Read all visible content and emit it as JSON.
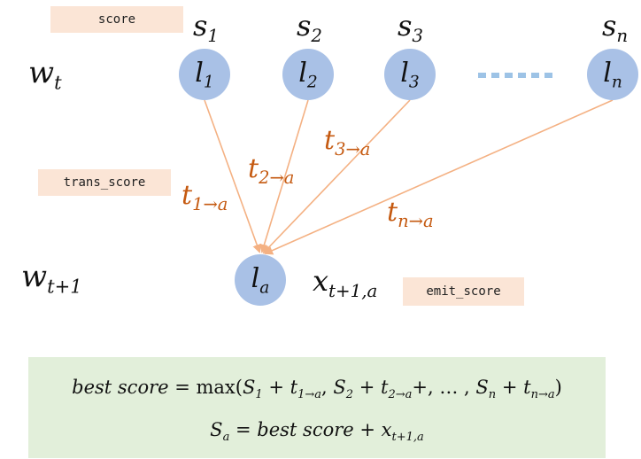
{
  "tags": {
    "score": "score",
    "trans_score": "trans_score",
    "emit_score": "emit_score"
  },
  "rows": {
    "wt": {
      "base": "w",
      "sub": "t"
    },
    "wt1": {
      "base": "w",
      "sub": "t+1"
    }
  },
  "states": [
    {
      "s_base": "s",
      "s_sub": "1",
      "l_base": "l",
      "l_sub": "1"
    },
    {
      "s_base": "s",
      "s_sub": "2",
      "l_base": "l",
      "l_sub": "2"
    },
    {
      "s_base": "s",
      "s_sub": "3",
      "l_base": "l",
      "l_sub": "3"
    },
    {
      "s_base": "s",
      "s_sub": "n",
      "l_base": "l",
      "l_sub": "n"
    }
  ],
  "target": {
    "base": "l",
    "sub": "a"
  },
  "emit": {
    "base": "x",
    "sub": "t+1,a"
  },
  "transitions": [
    {
      "base": "t",
      "sub": "1→a"
    },
    {
      "base": "t",
      "sub": "2→a"
    },
    {
      "base": "t",
      "sub": "3→a"
    },
    {
      "base": "t",
      "sub": "n→a"
    }
  ],
  "formula": {
    "line1": {
      "lhs": "best score = ",
      "max": "max",
      "open": "(",
      "S1": "S",
      "S1_sub": "1",
      "t1": "t",
      "t1_sub": "1→a",
      "S2": "S",
      "S2_sub": "2",
      "t2": "t",
      "t2_sub": "2→a",
      "mid": "+, … , ",
      "Sn": "S",
      "Sn_sub": "n",
      "tn": "t",
      "tn_sub": "n→a",
      "close": ")",
      "plus": " + ",
      "comma": ", "
    },
    "line2": {
      "S": "S",
      "S_sub": "a",
      "eq": " = best score + ",
      "x": "x",
      "x_sub": "t+1,a"
    }
  },
  "colors": {
    "node": "#a9c1e6",
    "arrow": "#f4b183",
    "label": "#c55a11",
    "tag_bg": "#fbe5d6",
    "formula_bg": "#e2efda",
    "dots": "#9dc3e6"
  }
}
